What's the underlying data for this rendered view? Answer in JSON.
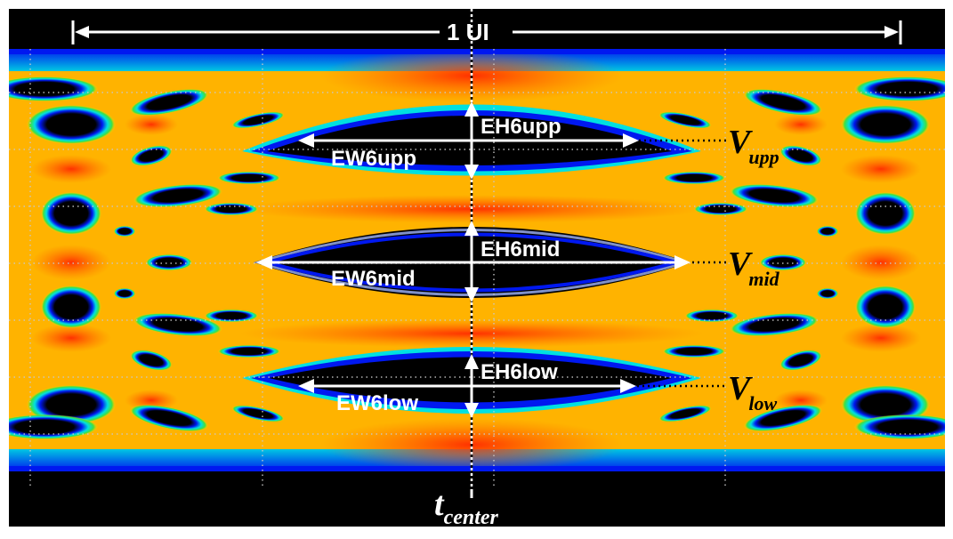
{
  "figure": {
    "title_span_label": "1 UI",
    "eyes": [
      {
        "name": "upper",
        "height_label": "EH6upp",
        "width_label": "EW6upp",
        "level_label_main": "V",
        "level_label_sub": "upp"
      },
      {
        "name": "middle",
        "height_label": "EH6mid",
        "width_label": "EW6mid",
        "level_label_main": "V",
        "level_label_sub": "mid"
      },
      {
        "name": "lower",
        "height_label": "EH6low",
        "width_label": "EW6low",
        "level_label_main": "V",
        "level_label_sub": "low"
      }
    ],
    "time_label_main": "t",
    "time_label_sub": "center"
  },
  "colors": {
    "background": "#000000",
    "hot": "#ff2a00",
    "warm": "#ff8c00",
    "yellow": "#ffe400",
    "green": "#22e040",
    "cyan": "#00e0e0",
    "blue": "#0018f0",
    "annotation": "#ffffff",
    "level_text": "#000000"
  },
  "chart_data": {
    "type": "heatmap",
    "title": "PAM4 eye diagram with eye height/width annotations",
    "xlabel": "t_center",
    "ylabel": "",
    "x_span": "1 UI",
    "eye_levels": [
      "V_upp",
      "V_mid",
      "V_low"
    ],
    "annotations": [
      "EH6upp",
      "EW6upp",
      "EH6mid",
      "EW6mid",
      "EH6low",
      "EW6low"
    ],
    "colormap": [
      "black",
      "blue",
      "cyan",
      "green",
      "yellow",
      "orange",
      "red"
    ],
    "grid": true
  }
}
